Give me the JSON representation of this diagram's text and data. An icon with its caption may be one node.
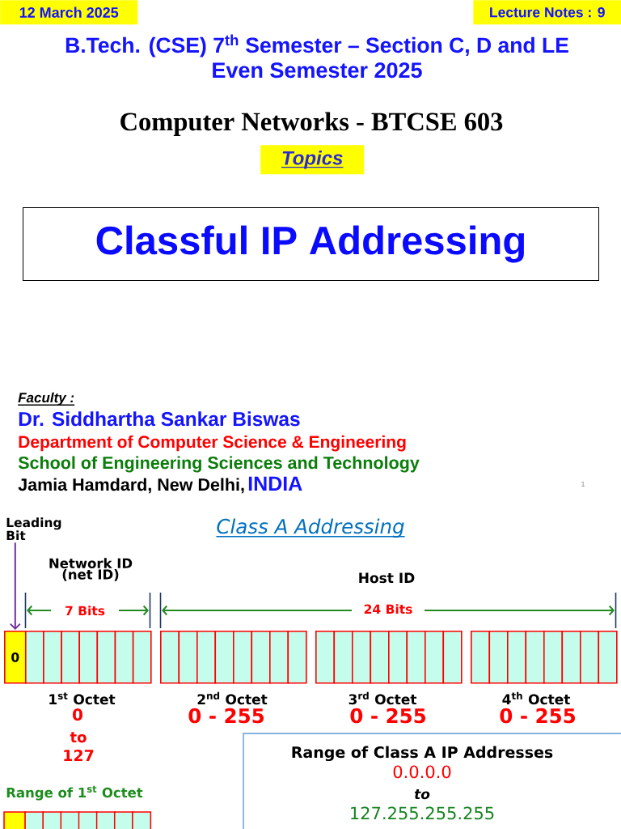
{
  "diagram": {
    "nodes": [
      {
        "text": [
          "12 March 2025"
        ]
      },
      {
        "text": [
          "Lecture Notes : 9"
        ]
      },
      {
        "text": [
          "Topics"
        ]
      },
      {
        "text": [
          "Classful IP Addressing"
        ]
      },
      {
        "text": [
          "Leading Bit"
        ]
      },
      {
        "text": [
          "0"
        ]
      },
      {
        "text": [],
        "shape": "box"
      },
      {
        "text": [],
        "shape": "box"
      },
      {
        "text": [],
        "shape": "box"
      },
      {
        "text": [],
        "shape": "box"
      },
      {
        "text": [],
        "shape": "box"
      },
      {
        "text": [],
        "shape": "box"
      },
      {
        "text": [],
        "shape": "box"
      },
      {
        "text": [],
        "shape": "box"
      },
      {
        "text": [],
        "shape": "box"
      },
      {
        "text": [],
        "shape": "box"
      },
      {
        "text": [],
        "shape": "box"
      },
      {
        "text": [],
        "shape": "box"
      },
      {
        "text": [],
        "shape": "box"
      },
      {
        "text": [],
        "shape": "box"
      },
      {
        "text": [],
        "shape": "box"
      },
      {
        "text": [],
        "shape": "box"
      },
      {
        "text": [],
        "shape": "box"
      },
      {
        "text": [],
        "shape": "box"
      },
      {
        "text": [],
        "shape": "box"
      },
      {
        "text": [],
        "shape": "box"
      },
      {
        "text": [],
        "shape": "box"
      },
      {
        "text": [],
        "shape": "box"
      },
      {
        "text": [],
        "shape": "box"
      },
      {
        "text": [],
        "shape": "box"
      },
      {
        "text": [],
        "shape": "box"
      },
      {
        "text": [],
        "shape": "box"
      },
      {
        "text": [],
        "shape": "box"
      },
      {
        "text": [],
        "shape": "box"
      },
      {
        "text": [],
        "shape": "box"
      },
      {
        "text": [],
        "shape": "box"
      },
      {
        "text": [],
        "shape": "box"
      },
      {
        "text": [
          "Range of Class A IP Addresses",
          "0.0.0.0",
          "to",
          "127.255.255.255"
        ]
      },
      {
        "text": [],
        "shape": "box"
      },
      {
        "text": [],
        "shape": "box"
      },
      {
        "text": [],
        "shape": "box"
      },
      {
        "text": [],
        "shape": "box"
      },
      {
        "text": [],
        "shape": "box"
      },
      {
        "text": [],
        "shape": "box"
      },
      {
        "text": [],
        "shape": "box"
      },
      {
        "text": [],
        "shape": "box"
      }
    ],
    "edges": [
      {
        "from": 4,
        "to": 5,
        "arrow": "to",
        "color": "#7030a0"
      }
    ],
    "labels": [
      "B.Tech. (CSE) 7$^{th}$ Semester – Section C, D and LE",
      "Even Semester 2025",
      "Computer Networks - BTCSE 603",
      "Faculty :",
      "Dr. Siddhartha Sankar Biswas",
      "Department of Computer Science & Engineering",
      "School of Engineering Sciences and Technology",
      "Jamia Hamdard, New Delhi,",
      "INDIA",
      "1",
      "Class A Addressing",
      "Network ID (net ID)",
      "Host ID",
      "7 Bits",
      "24 Bits",
      "1$^{st}$ Octet",
      "2$^{nd}$ Octet",
      "3$^{rd}$ Octet",
      "4$^{th}$ Octet",
      "0",
      "0 - 255",
      "0 - 255",
      "0 - 255",
      "to",
      "127",
      "Range of 1$^{st}$ Octet"
    ]
  }
}
